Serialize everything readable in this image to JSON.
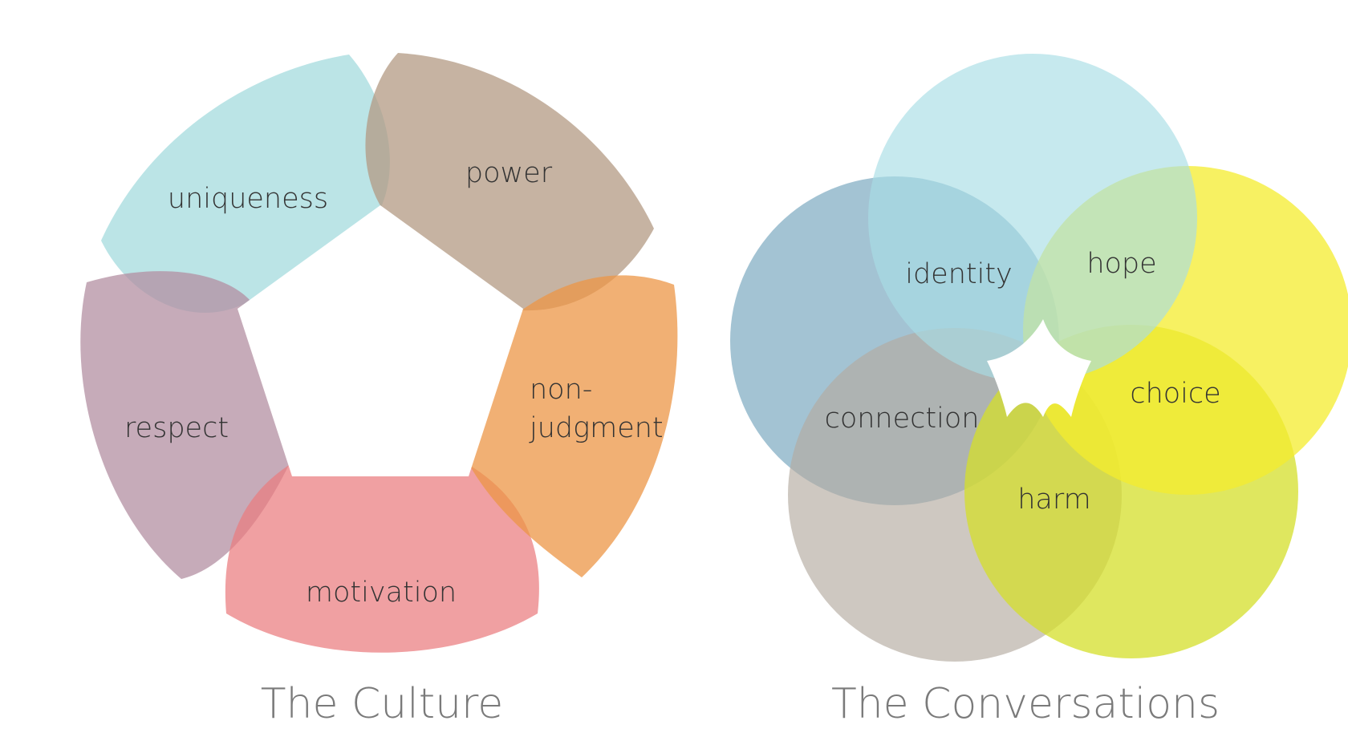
{
  "culture": {
    "title": "The Culture",
    "segments": [
      {
        "label": "uniqueness",
        "color": "#a8dcdf"
      },
      {
        "label": "power",
        "color": "#b39a83"
      },
      {
        "label": "respect",
        "color": "#b38fa2"
      },
      {
        "label": "motivation",
        "color": "#ea7b7e"
      },
      {
        "label_line1": "non-",
        "label_line2": "judgment",
        "color": "#ec9646"
      }
    ]
  },
  "conversations": {
    "title": "The Conversations",
    "circles": [
      {
        "label": "identity",
        "color": "#a8dde5"
      },
      {
        "label": "hope",
        "color": "#f4ec2e"
      },
      {
        "label": "connection",
        "color": "#6b9eb8"
      },
      {
        "label": "choice",
        "color": "#d4df2a"
      },
      {
        "label": "harm",
        "color": "#b3aaa0"
      }
    ]
  }
}
